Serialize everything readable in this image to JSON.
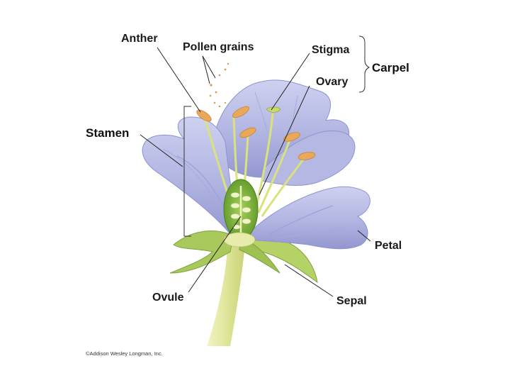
{
  "labels": {
    "anther": "Anther",
    "pollen_grains": "Pollen grains",
    "stigma": "Stigma",
    "carpel": "Carpel",
    "ovary": "Ovary",
    "stamen": "Stamen",
    "petal": "Petal",
    "ovule": "Ovule",
    "sepal": "Sepal"
  },
  "copyright": "©Addison Wesley Longman, Inc.",
  "colors": {
    "petal": "#b9bde6",
    "petal_dark": "#8e93cf",
    "stem": "#dfe69a",
    "sepal": "#a9c95c",
    "anther": "#e9a85a",
    "ovary": "#86b83e",
    "ovule": "#f1f3c8"
  }
}
